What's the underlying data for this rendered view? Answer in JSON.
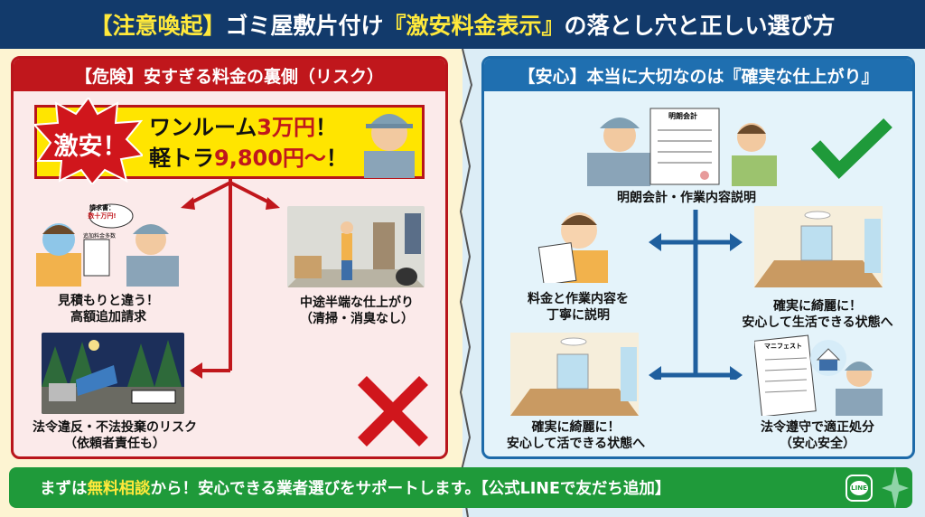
{
  "header": {
    "prefix": "【注意喚起】",
    "mid": "ゴミ屋敷片付け",
    "highlight": "『激安料金表示』",
    "suffix": "の落とし穴と正しい選び方"
  },
  "danger": {
    "title": "【危険】安すぎる料金の裏側（リスク）",
    "badge": "激安！",
    "line1_a": "ワンルーム",
    "line1_b": "3万円",
    "line1_c": "！",
    "line2_a": "軽トラ",
    "line2_b": "9,800円〜",
    "line2_c": "！",
    "items": [
      {
        "line1": "見積もりと違う！",
        "line2": "高額追加請求",
        "bubble1": "請求書：",
        "bubble2": "数十万円!",
        "note": "追加料金多数"
      },
      {
        "line1": "中途半端な仕上がり",
        "line2": "（清掃・消臭なし）"
      },
      {
        "line1": "法令違反・不法投棄のリスク",
        "line2": "（依頼者責任も）"
      }
    ],
    "mark_icon": "cross-icon"
  },
  "safe": {
    "title": "【安心】本当に大切なのは『確実な仕上がり』",
    "doc_label": "明朗会計",
    "items": [
      {
        "line1": "明朗会計・作業内容説明"
      },
      {
        "line1": "料金と作業内容を",
        "line2": "丁寧に説明"
      },
      {
        "line1": "確実に綺麗に！",
        "line2": "安心して生活できる状態へ"
      },
      {
        "line1": "確実に綺麗に！",
        "line2": "安心して活できる状態へ"
      },
      {
        "line1": "法令遵守で適正処分",
        "line2": "（安心安全）",
        "doc_label": "マニフェスト"
      }
    ],
    "mark_icon": "check-icon"
  },
  "footer": {
    "a": "まずは",
    "highlight": "無料相談",
    "b": "から！安心できる業者選びをサポートします。【公式LINEで友だち追加】",
    "line_label": "LINE"
  },
  "colors": {
    "navy": "#123a6b",
    "danger": "#c0171c",
    "safe": "#1f6fb0",
    "footer": "#1f9a3a",
    "highlight": "#ffe93b"
  }
}
